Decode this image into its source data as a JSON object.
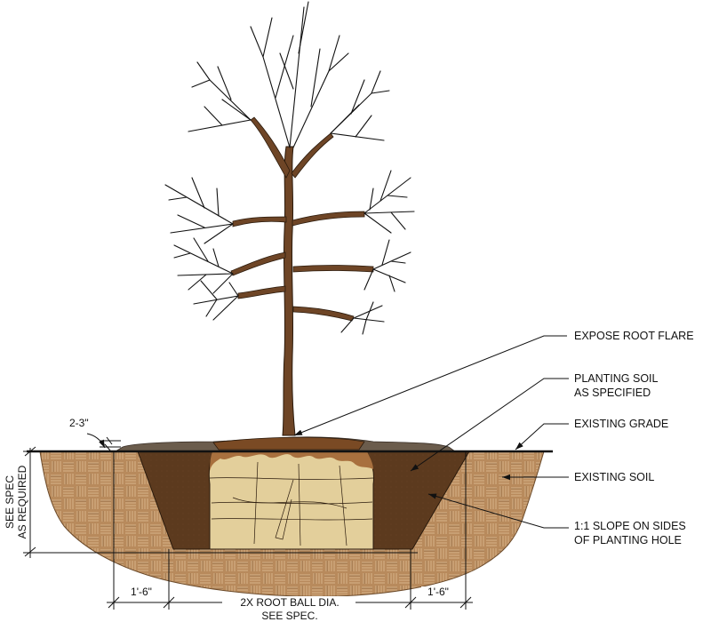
{
  "callouts": {
    "expose_root_flare": "EXPOSE ROOT FLARE",
    "planting_soil_line1": "PLANTING SOIL",
    "planting_soil_line2": "AS SPECIFIED",
    "existing_grade": "EXISTING GRADE",
    "existing_soil": "EXISTING SOIL",
    "slope_line1": "1:1 SLOPE ON SIDES",
    "slope_line2": "OF PLANTING HOLE"
  },
  "dimensions": {
    "mulch_depth": "2-3\"",
    "depth_line1": "SEE SPEC",
    "depth_line2": "AS REQUIRED",
    "left_offset": "1'-6\"",
    "right_offset": "1'-6\"",
    "width_line1": "2X ROOT BALL DIA.",
    "width_line2": "SEE SPEC."
  },
  "colors": {
    "existing_soil": "#b88a5c",
    "planting_soil": "#5c3a1e",
    "root_ball": "#e3cf9b",
    "root_ball_top": "#a8703e",
    "trunk": "#6e4526",
    "mulch": "#6b5c4c",
    "line": "#111111"
  }
}
